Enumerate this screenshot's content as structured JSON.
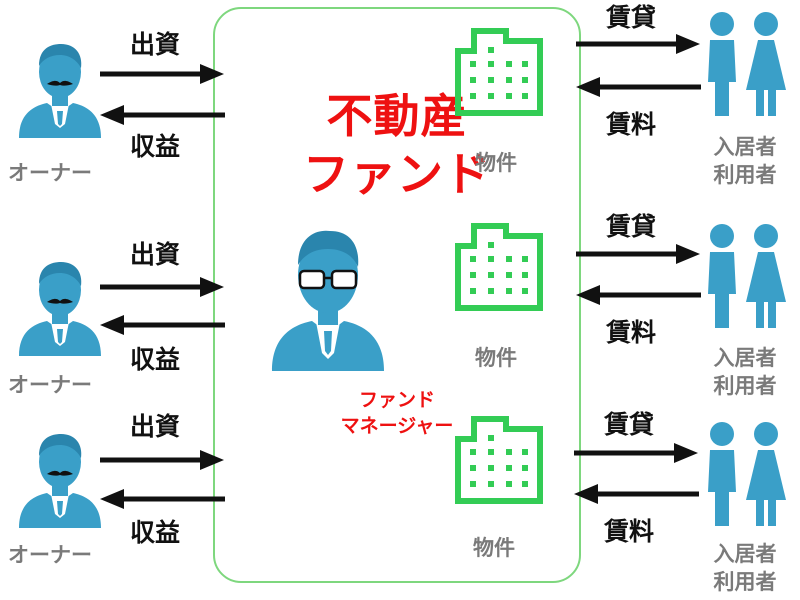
{
  "fund": {
    "title_line1": "不動産",
    "title_line2": "ファンド",
    "manager_line1": "ファンド",
    "manager_line2": "マネージャー"
  },
  "owners": [
    {
      "label": "オーナー",
      "invest_label": "出資",
      "return_label": "収益"
    },
    {
      "label": "オーナー",
      "invest_label": "出資",
      "return_label": "収益"
    },
    {
      "label": "オーナー",
      "invest_label": "出資",
      "return_label": "収益"
    }
  ],
  "properties": [
    {
      "label": "物件",
      "lease_label": "賃貸",
      "rent_label": "賃料",
      "tenant_line1": "入居者",
      "tenant_line2": "利用者"
    },
    {
      "label": "物件",
      "lease_label": "賃貸",
      "rent_label": "賃料",
      "tenant_line1": "入居者",
      "tenant_line2": "利用者"
    },
    {
      "label": "物件",
      "lease_label": "賃貸",
      "rent_label": "賃料",
      "tenant_line1": "入居者",
      "tenant_line2": "利用者"
    }
  ],
  "colors": {
    "accent_red": "#ee1111",
    "person_blue": "#3a9fc8",
    "building_green": "#33cc55",
    "box_border": "#7ed77e",
    "label_gray": "#7a7a7a"
  }
}
